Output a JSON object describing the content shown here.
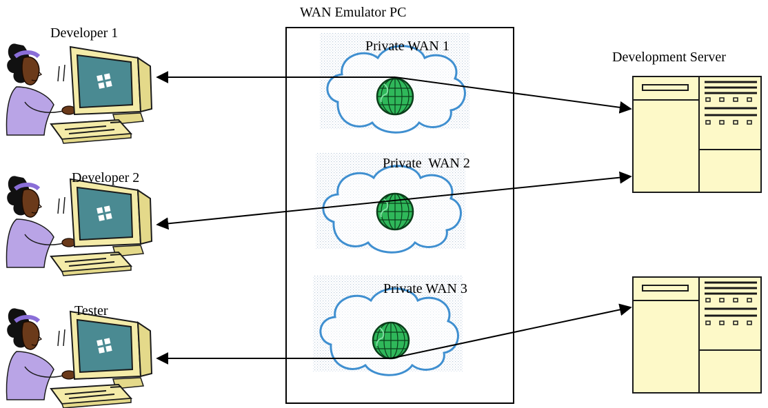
{
  "emulator": {
    "title": "WAN Emulator PC"
  },
  "wans": [
    {
      "label": "Private WAN 1"
    },
    {
      "label": "Private  WAN 2"
    },
    {
      "label": "Private WAN 3"
    }
  ],
  "users": [
    {
      "label": "Developer 1"
    },
    {
      "label": "Developer 2"
    },
    {
      "label": "Tester"
    }
  ],
  "server": {
    "label": "Development Server"
  },
  "colors": {
    "cloud_outline": "#3f8fd0",
    "globe": "#2fb85a",
    "server_fill": "#fdf9c8",
    "screen": "#4a8a92",
    "monitor": "#f4eba8",
    "shirt": "#b9a4e6",
    "skin": "#6b3a1a"
  }
}
